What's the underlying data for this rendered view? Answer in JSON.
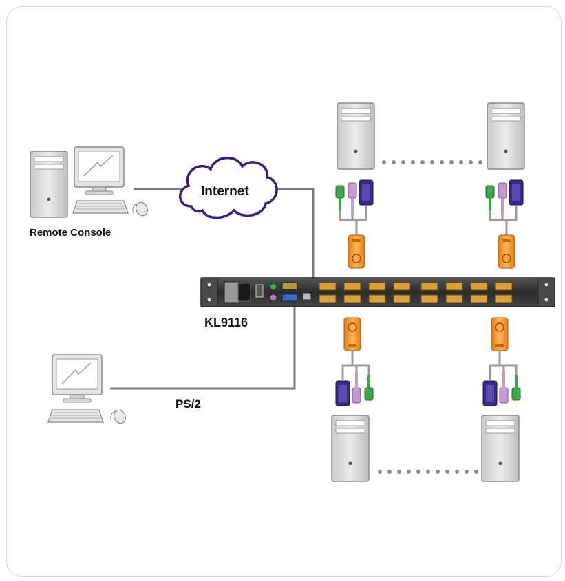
{
  "labels": {
    "internet": "Internet",
    "remote_console": "Remote Console",
    "switch_model": "KL9116",
    "ps2": "PS/2"
  },
  "colors": {
    "cable": "#7a7a7a",
    "cloud_outline": "#3a1d7a",
    "ps2_green": "#3aa84a",
    "ps2_purple": "#b88cc8",
    "vga_blue": "#3a2a8a",
    "adapter_orange": "#f2922a",
    "tower": "#d8d8d8",
    "rack": "#3a3a3a"
  }
}
